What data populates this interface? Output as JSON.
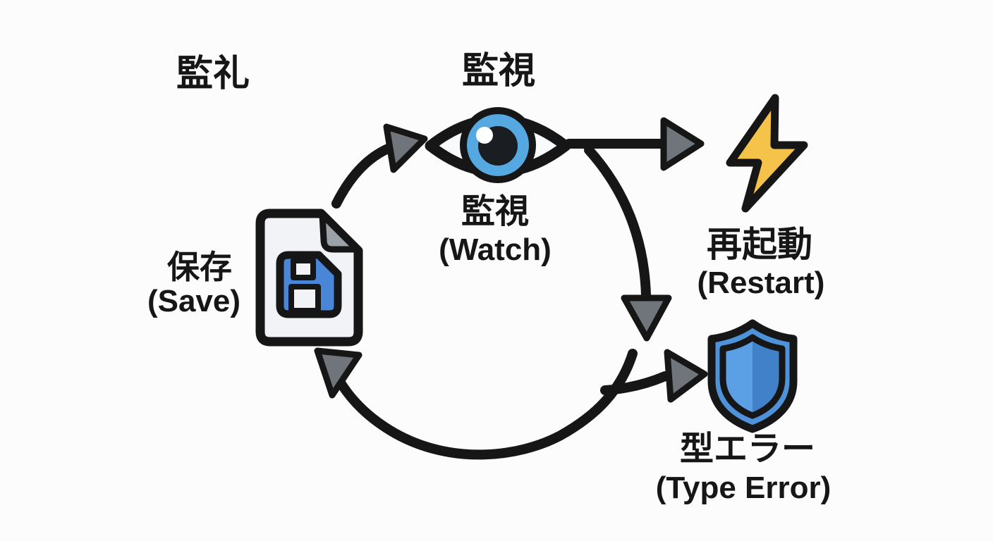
{
  "page": {
    "background": "#fcfcfc",
    "description": "Save / Watch / Restart / Type Error development workflow cycle diagram"
  },
  "diagram": {
    "colors": {
      "ink": "#161616",
      "arrow_gray": "#70757c",
      "doc_fill": "#f1f3f6",
      "fold_gray": "#9ba1a8",
      "floppy_blue": "#4a86d8",
      "eye_sclera": "#f8fafc",
      "iris_blue": "#55a8e0",
      "pupil_black": "#1a1d22",
      "bolt_yellow": "#f5c34a",
      "shield_blue": "#4e92da",
      "shield_blue_light": "#5b9fe4",
      "shield_blue_dark": "#4181c9"
    },
    "stray_label": "監礼",
    "nodes": {
      "watch": {
        "top_title": "監視",
        "title": "監視",
        "subtitle": "(Watch)",
        "icon": "eye-icon"
      },
      "save": {
        "title": "保存",
        "subtitle": "(Save)",
        "icon": "file-save-icon"
      },
      "restart": {
        "title": "再起動",
        "subtitle": "(Restart)",
        "icon": "lightning-bolt-icon"
      },
      "type_error": {
        "title": "型エラー",
        "subtitle": "(Type Error)",
        "icon": "shield-icon"
      }
    },
    "edges": [
      {
        "from": "save",
        "to": "watch"
      },
      {
        "from": "watch",
        "to": "restart"
      },
      {
        "from": "watch",
        "to": "type_error"
      },
      {
        "from": "type_error",
        "to": "save"
      }
    ]
  }
}
